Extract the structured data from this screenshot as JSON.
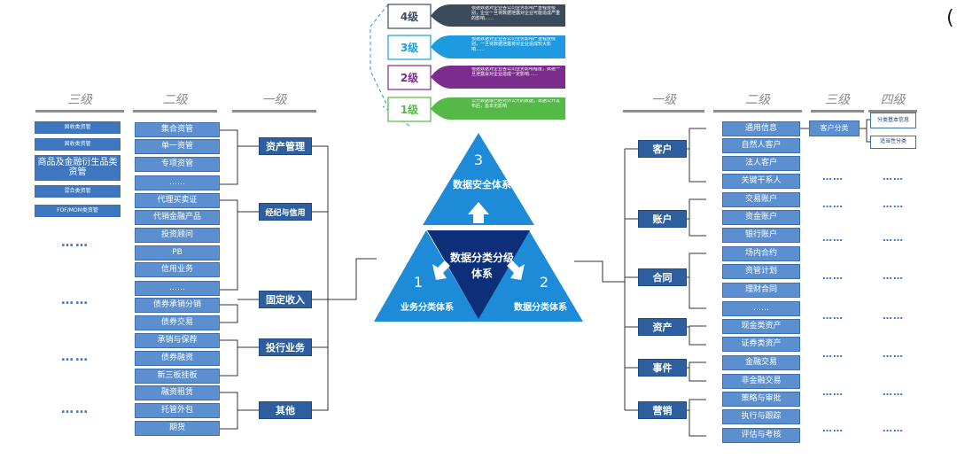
{
  "levels_panel": [
    {
      "label": "4级",
      "desc": "根据数据对企业各公司业务影响严重程度级别，企业一旦将数据泄露对企业可能造成严重的影响……",
      "color": "#3b4a5c",
      "label_color": "#3b4a5c"
    },
    {
      "label": "3级",
      "desc": "根据数据对企业各公司业务影响严重程度级别，一旦将数据泄露将对企业造成较大影响……",
      "color": "#1e9be0",
      "label_color": "#1e9be0"
    },
    {
      "label": "2级",
      "desc": "根据数据对企业各公司业务影响程度，数据一旦泄露会对企业造成一定影响……",
      "color": "#7a2d8c",
      "label_color": "#7a2d8c"
    },
    {
      "label": "1级",
      "desc": "公开数据或已经对外公开的数据，数据公开发布后，基本无影响",
      "color": "#55b948",
      "label_color": "#55b948"
    }
  ],
  "left": {
    "headers": {
      "level3": "三级",
      "level2": "二级",
      "level1": "一级"
    },
    "level3_items": [
      "固收类资管",
      "固收类资管",
      "商品及金融衍生品类资管",
      "混合类资管",
      "FOF/MOM类资管"
    ],
    "level3_dots": [
      "……",
      "……",
      "……",
      "……"
    ],
    "level2_items": [
      "集合资管",
      "单一资管",
      "专项资管",
      "……",
      "代理买卖证",
      "代销金融产品",
      "投资顾问",
      "PB",
      "信用业务",
      "……",
      "债券承销分销",
      "债券交易",
      "承销与保荐",
      "债券融资",
      "新三板挂板",
      "融资租赁",
      "托管外包",
      "期货"
    ],
    "level1_items": [
      "资产管理",
      "经纪与信用",
      "固定收入",
      "投行业务",
      "其他"
    ]
  },
  "center": {
    "top_number": "3",
    "top_label": "数据安全体系",
    "middle_label_line1": "数据分类分级",
    "middle_label_line2": "体系",
    "left_number": "1",
    "left_label": "业务分类体系",
    "right_number": "2",
    "right_label": "数据分类体系",
    "colors": {
      "light": "#1e8bd8",
      "dark": "#0d2f7a"
    }
  },
  "right": {
    "headers": {
      "level1": "一级",
      "level2": "二级",
      "level3": "三级",
      "level4": "四级"
    },
    "level1_items": [
      "客户",
      "账户",
      "合同",
      "资产",
      "事件",
      "营销"
    ],
    "level2_items": [
      "通用信息",
      "自然人客户",
      "法人客户",
      "关键干系人",
      "交易账户",
      "资金账户",
      "银行账户",
      "场内合约",
      "资管计划",
      "理财合同",
      "……",
      "现金类资产",
      "证券类资产",
      "金融交易",
      "非金融交易",
      "策略与审批",
      "执行与跟踪",
      "评估与考核"
    ],
    "level3_items": [
      "客户分类"
    ],
    "level4_items": [
      "分类基本信息",
      "适当性分类"
    ],
    "level3_dots": [
      "……",
      "……",
      "……",
      "……",
      "……",
      "……",
      "……",
      "……"
    ],
    "level4_dots": [
      "……",
      "……",
      "……",
      "……",
      "……",
      "……",
      "……",
      "……"
    ]
  },
  "corner_mark": "("
}
